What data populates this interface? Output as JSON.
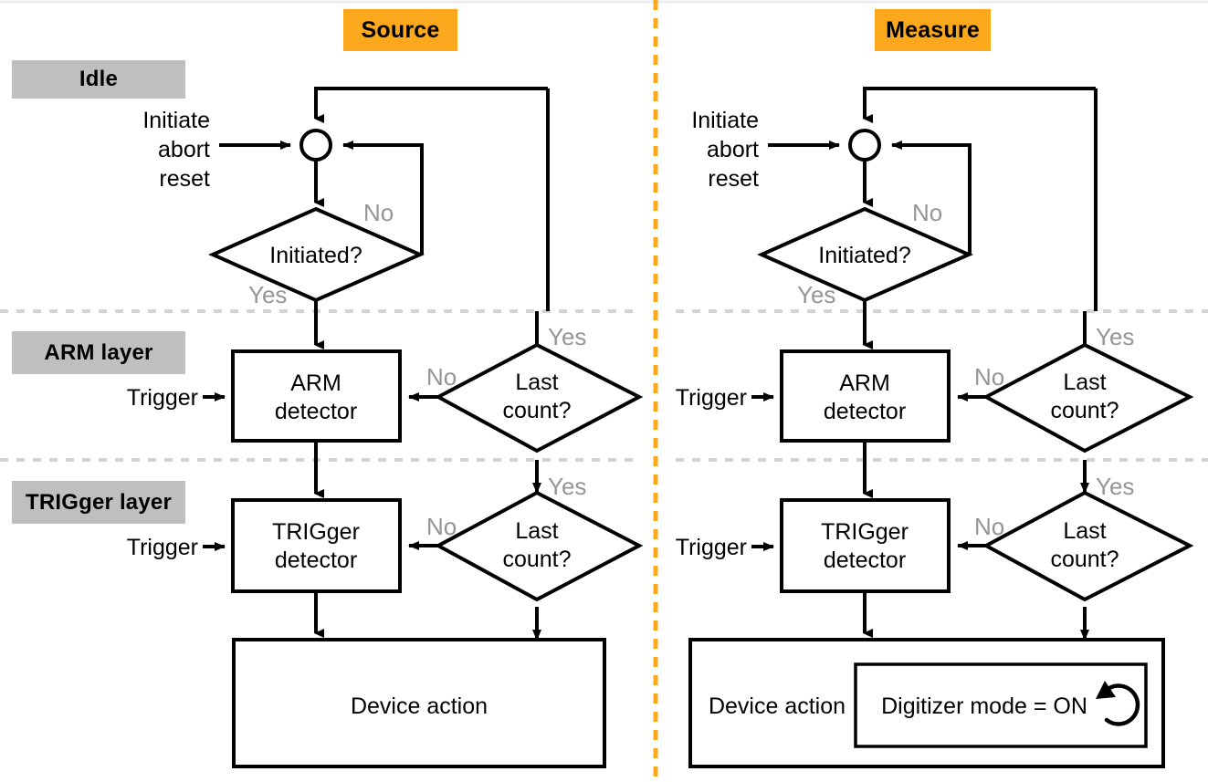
{
  "headers": {
    "source": "Source",
    "measure": "Measure",
    "accent_color": "#FBA81C",
    "badge_color": "#BFBFBF"
  },
  "layers": [
    {
      "key": "idle",
      "label": "Idle"
    },
    {
      "key": "arm",
      "label": "ARM layer"
    },
    {
      "key": "trigger",
      "label": "TRIGger layer"
    }
  ],
  "nodes": {
    "initiate_input": "Initiate\nabort\nreset",
    "initiate_line1": "Initiate",
    "initiate_line2": "abort",
    "initiate_line3": "reset",
    "initiated": "Initiated?",
    "arm_detector_line1": "ARM",
    "arm_detector_line2": "detector",
    "trigger_detector_line1": "TRIGger",
    "trigger_detector_line2": "detector",
    "last_count_line1": "Last",
    "last_count_line2": "count?",
    "device_action": "Device action",
    "digitizer": "Digitizer mode = ON",
    "trigger_input": "Trigger"
  },
  "edge_labels": {
    "yes": "Yes",
    "no": "No"
  },
  "icons": {
    "loop": "loop-arrow-icon",
    "junction": "junction-circle-icon"
  },
  "panels": {
    "source": {
      "title": "Source",
      "initiate_label_lines": [
        "Initiate",
        "abort",
        "reset"
      ],
      "decision_initiated": "Initiated?",
      "arm_detector": [
        "ARM",
        "detector"
      ],
      "trigger_detector": [
        "TRIGger",
        "detector"
      ],
      "arm_last_count": [
        "Last",
        "count?"
      ],
      "trigger_last_count": [
        "Last",
        "count?"
      ],
      "arm_trigger_input": "Trigger",
      "trigger_trigger_input": "Trigger",
      "device_action": "Device action",
      "has_digitizer": false
    },
    "measure": {
      "title": "Measure",
      "initiate_label_lines": [
        "Initiate",
        "abort",
        "reset"
      ],
      "decision_initiated": "Initiated?",
      "arm_detector": [
        "ARM",
        "detector"
      ],
      "trigger_detector": [
        "TRIGger",
        "detector"
      ],
      "arm_last_count": [
        "Last",
        "count?"
      ],
      "trigger_last_count": [
        "Last",
        "count?"
      ],
      "arm_trigger_input": "Trigger",
      "trigger_trigger_input": "Trigger",
      "device_action": "Device action",
      "digitizer_text": "Digitizer mode = ON",
      "has_digitizer": true
    }
  }
}
